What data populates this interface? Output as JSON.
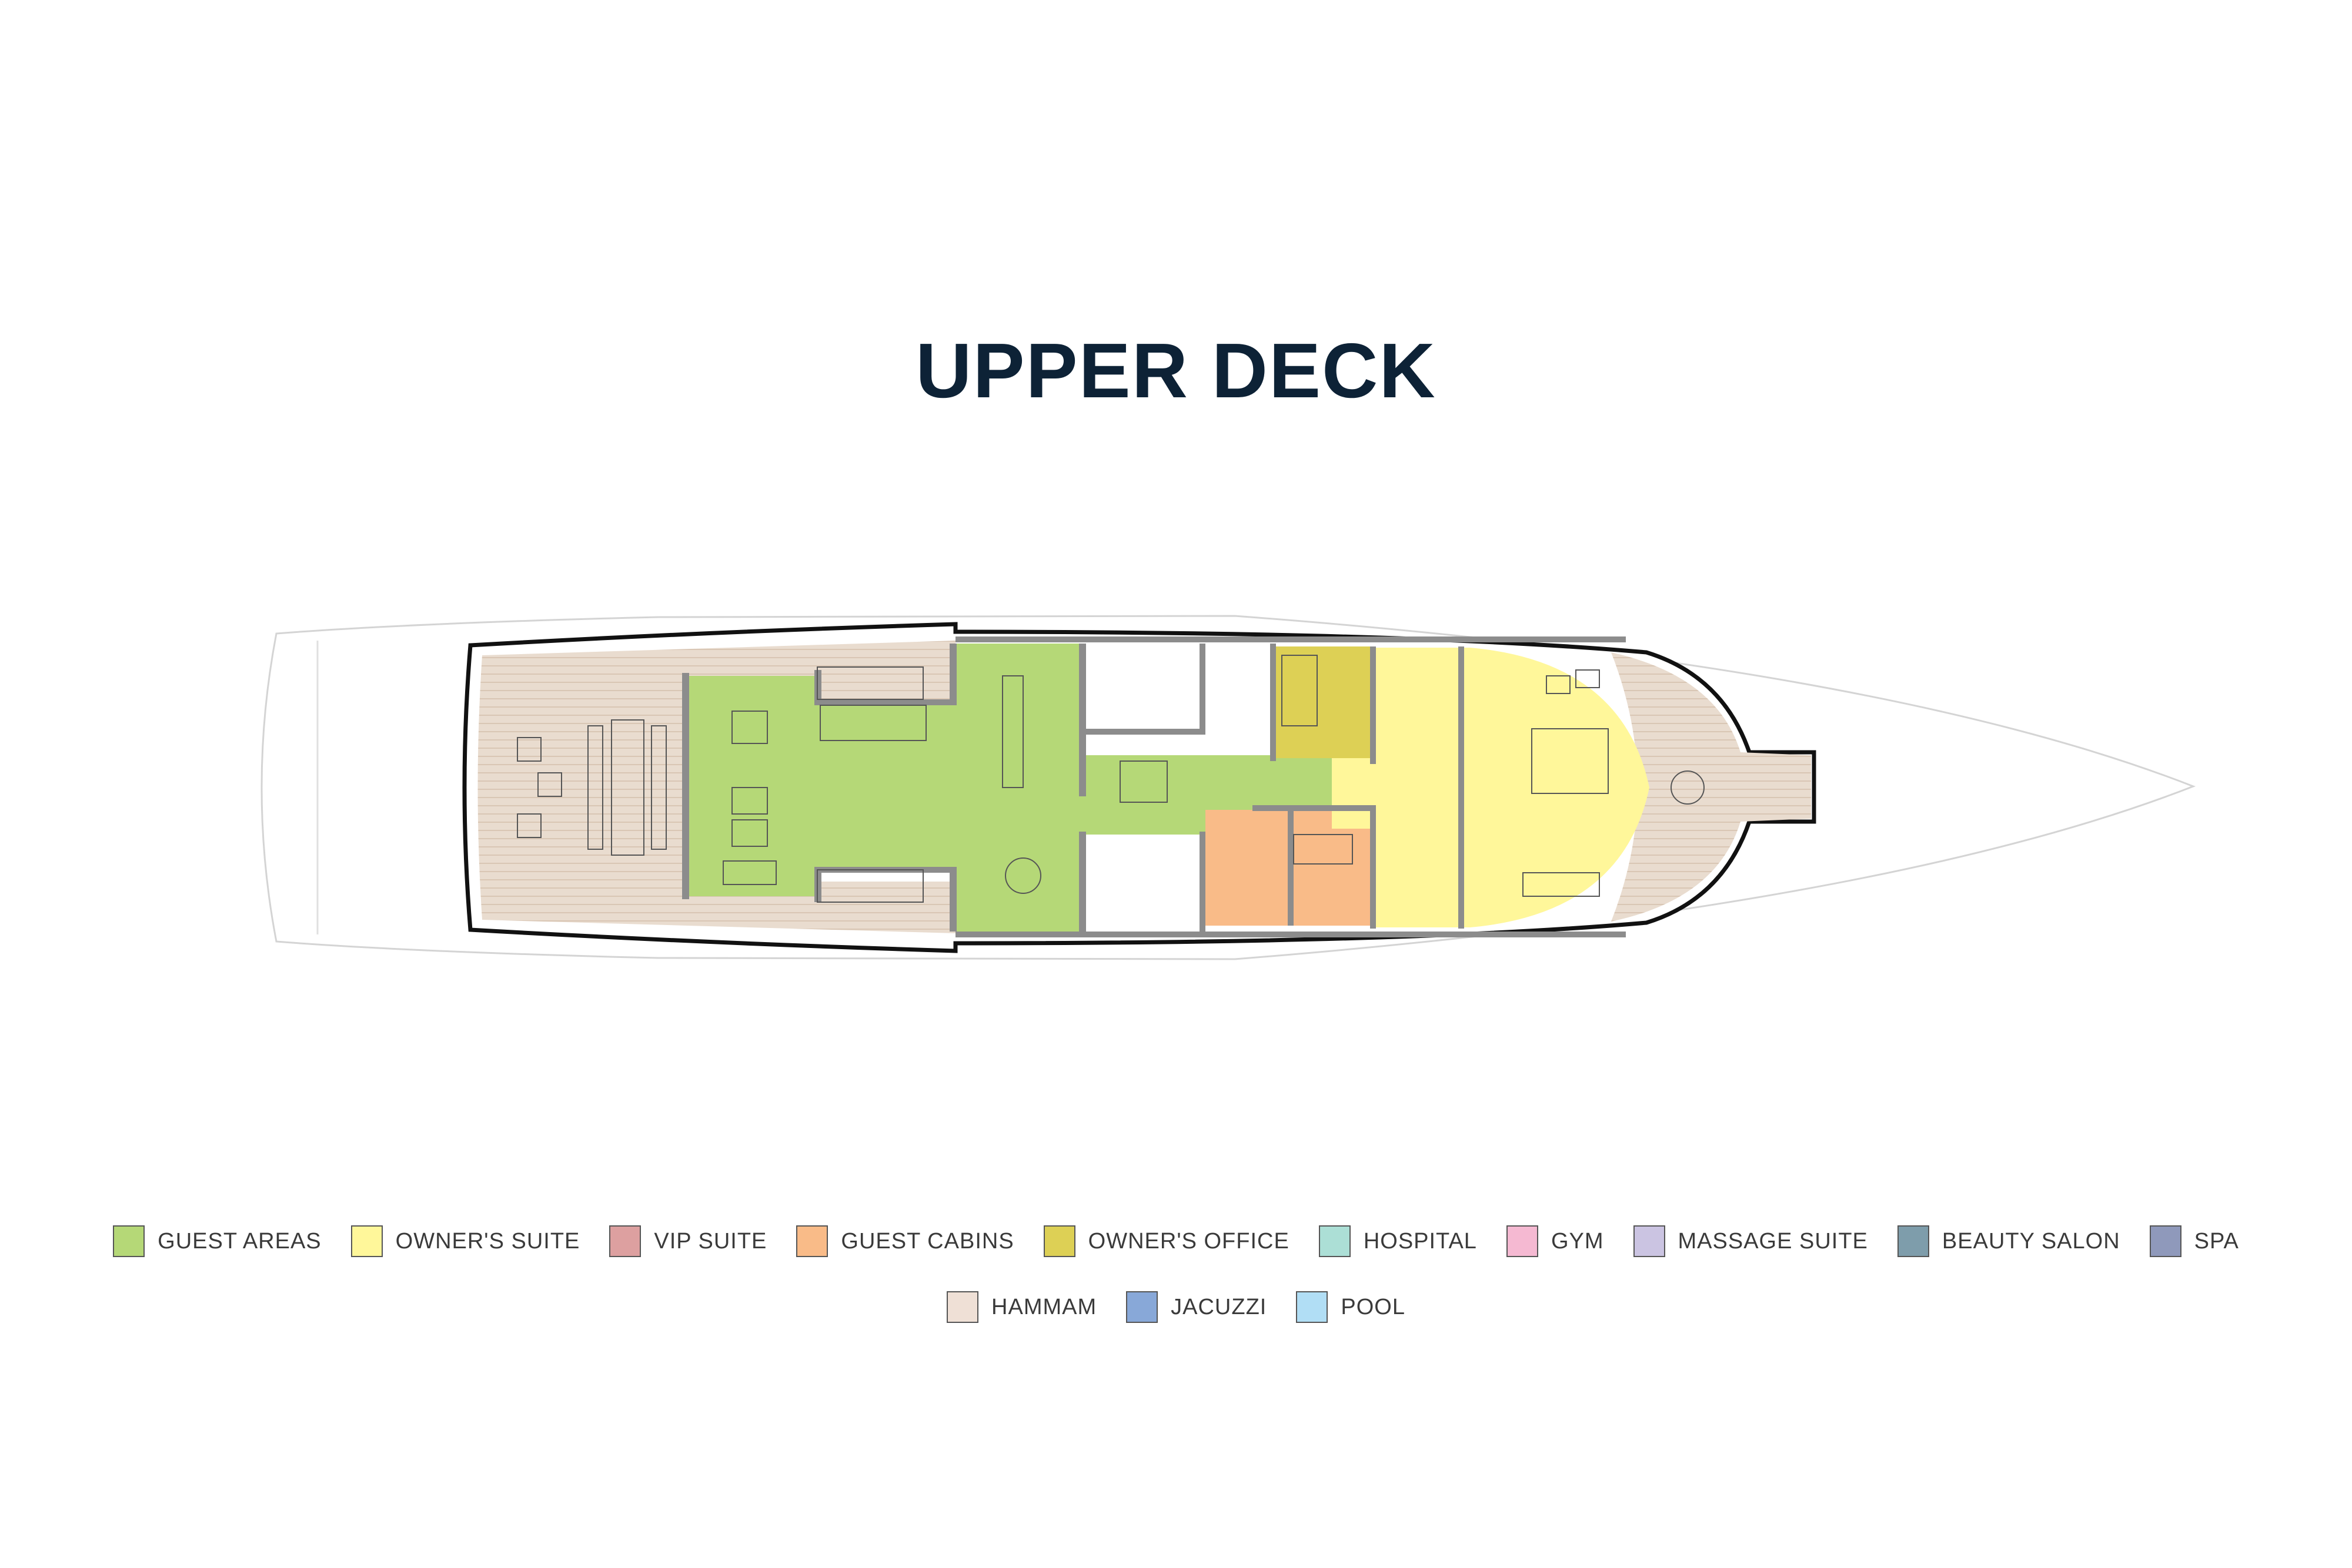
{
  "title": "UPPER DECK",
  "colors": {
    "title": "#0d2236",
    "teak": "#e9dccf",
    "wall": "#8c8c8c",
    "outline": "#111111",
    "hull_line": "#d0d0d0"
  },
  "legend": {
    "row1": [
      {
        "label": "GUEST AREAS",
        "color": "#b5d877"
      },
      {
        "label": "OWNER'S SUITE",
        "color": "#fff79a"
      },
      {
        "label": "VIP SUITE",
        "color": "#dda0a0"
      },
      {
        "label": "GUEST CABINS",
        "color": "#f9bb88"
      },
      {
        "label": "OWNER'S OFFICE",
        "color": "#ddd055"
      },
      {
        "label": "HOSPITAL",
        "color": "#acdfd6"
      },
      {
        "label": "GYM",
        "color": "#f5b9d2"
      },
      {
        "label": "MASSAGE SUITE",
        "color": "#cbc4e2"
      },
      {
        "label": "BEAUTY SALON",
        "color": "#7e9dab"
      },
      {
        "label": "SPA",
        "color": "#8f99bb"
      }
    ],
    "row2": [
      {
        "label": "HAMMAM",
        "color": "#efe0d6"
      },
      {
        "label": "JACUZZI",
        "color": "#88a8d8"
      },
      {
        "label": "POOL",
        "color": "#b1def5"
      }
    ]
  }
}
